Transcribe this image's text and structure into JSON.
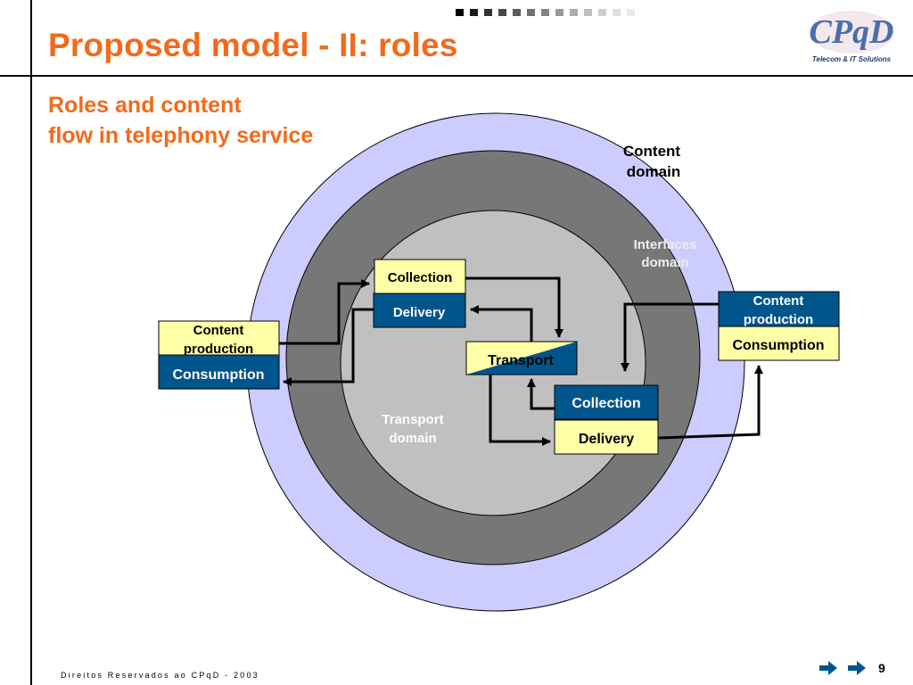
{
  "slide": {
    "title": "Proposed model - II: roles",
    "subtitle_line1": "Roles and content",
    "subtitle_line2": "flow in telephony service",
    "page_number": "9",
    "footer": "Direitos Reservados ao CPqD - 2003"
  },
  "logo": {
    "letters": "CPqD",
    "tagline": "Telecom & IT Solutions"
  },
  "progress_indicator": {
    "colors": [
      "#000000",
      "#1a1a1a",
      "#333333",
      "#474747",
      "#5c5c5c",
      "#707070",
      "#858585",
      "#999999",
      "#adadad",
      "#bfbfbf",
      "#cfcfcf",
      "#dedede",
      "#ebebeb"
    ]
  },
  "diagram": {
    "domains": {
      "content_line1": "Content",
      "content_line2": "domain",
      "interfaces_line1": "Interfaces",
      "interfaces_line2": "domain",
      "transport_line1": "Transport",
      "transport_line2": "domain"
    },
    "boxes": {
      "left_content_production_line1": "Content",
      "left_content_production_line2": "production",
      "left_consumption": "Consumption",
      "top_collection": "Collection",
      "top_delivery": "Delivery",
      "transport": "Transport",
      "bottom_collection": "Collection",
      "bottom_delivery": "Delivery",
      "right_content_production_line1": "Content",
      "right_content_production_line2": "production",
      "right_consumption": "Consumption"
    },
    "colors": {
      "outer_ring": "#ccccff",
      "middle_ring": "#777777",
      "inner_disc": "#c0c0c0",
      "yellow_box": "#ffffa8",
      "blue_box": "#00558c"
    }
  },
  "navigation": {
    "prev_icon": "right-arrow-icon",
    "next_icon": "right-arrow-icon"
  }
}
